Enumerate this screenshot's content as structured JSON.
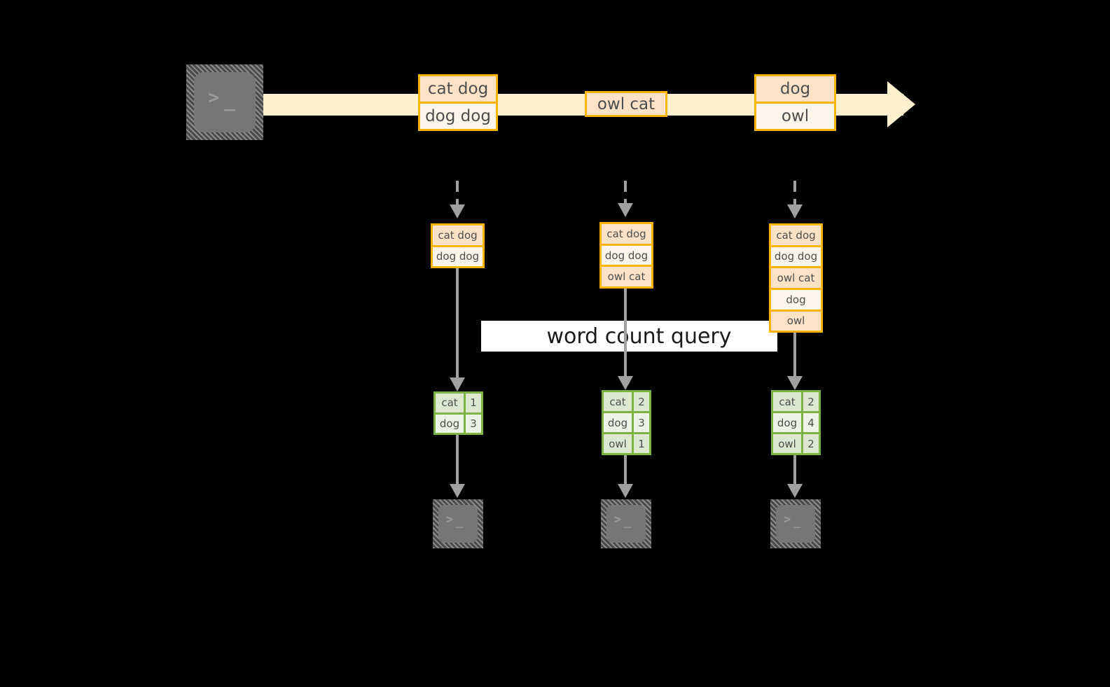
{
  "colors": {
    "background": "#000000",
    "stream_band": "#fdf0ce",
    "record_border": "#ffb400",
    "record_fill_dark": "#fce3c8",
    "record_fill_light": "#fdf4ea",
    "result_border": "#7cb342",
    "result_fill_dark": "#dde8d1",
    "result_fill_light": "#eef3e8",
    "connector": "#a0a0a0",
    "terminal_body": "#767676",
    "text": "#4d4d4d",
    "query_band": "#ffffff"
  },
  "producer": {
    "icon": "terminal-icon",
    "glyph_prompt": ">",
    "glyph_cursor": "_"
  },
  "stream": {
    "name": "append-only-stream",
    "direction": "left-to-right",
    "records": [
      {
        "name": "record-group-1",
        "lines": [
          "cat dog",
          "dog dog"
        ]
      },
      {
        "name": "record-group-2",
        "lines": [
          "owl cat"
        ]
      },
      {
        "name": "record-group-3",
        "lines": [
          "dog",
          "owl"
        ]
      }
    ]
  },
  "query": {
    "label": "word count query"
  },
  "snapshots": [
    {
      "name": "snapshot-1",
      "input_lines": [
        "cat dog",
        "dog dog"
      ],
      "result_header": null,
      "result_rows": [
        {
          "word": "cat",
          "count": "1"
        },
        {
          "word": "dog",
          "count": "3"
        }
      ],
      "consumer_icon": "terminal-icon"
    },
    {
      "name": "snapshot-2",
      "input_lines": [
        "cat dog",
        "dog dog",
        "owl cat"
      ],
      "result_header": null,
      "result_rows": [
        {
          "word": "cat",
          "count": "2"
        },
        {
          "word": "dog",
          "count": "3"
        },
        {
          "word": "owl",
          "count": "1"
        }
      ],
      "consumer_icon": "terminal-icon"
    },
    {
      "name": "snapshot-3",
      "input_lines": [
        "cat dog",
        "dog dog",
        "owl cat",
        "dog",
        "owl"
      ],
      "result_header": null,
      "result_rows": [
        {
          "word": "cat",
          "count": "2"
        },
        {
          "word": "dog",
          "count": "4"
        },
        {
          "word": "owl",
          "count": "2"
        }
      ],
      "consumer_icon": "terminal-icon"
    }
  ]
}
